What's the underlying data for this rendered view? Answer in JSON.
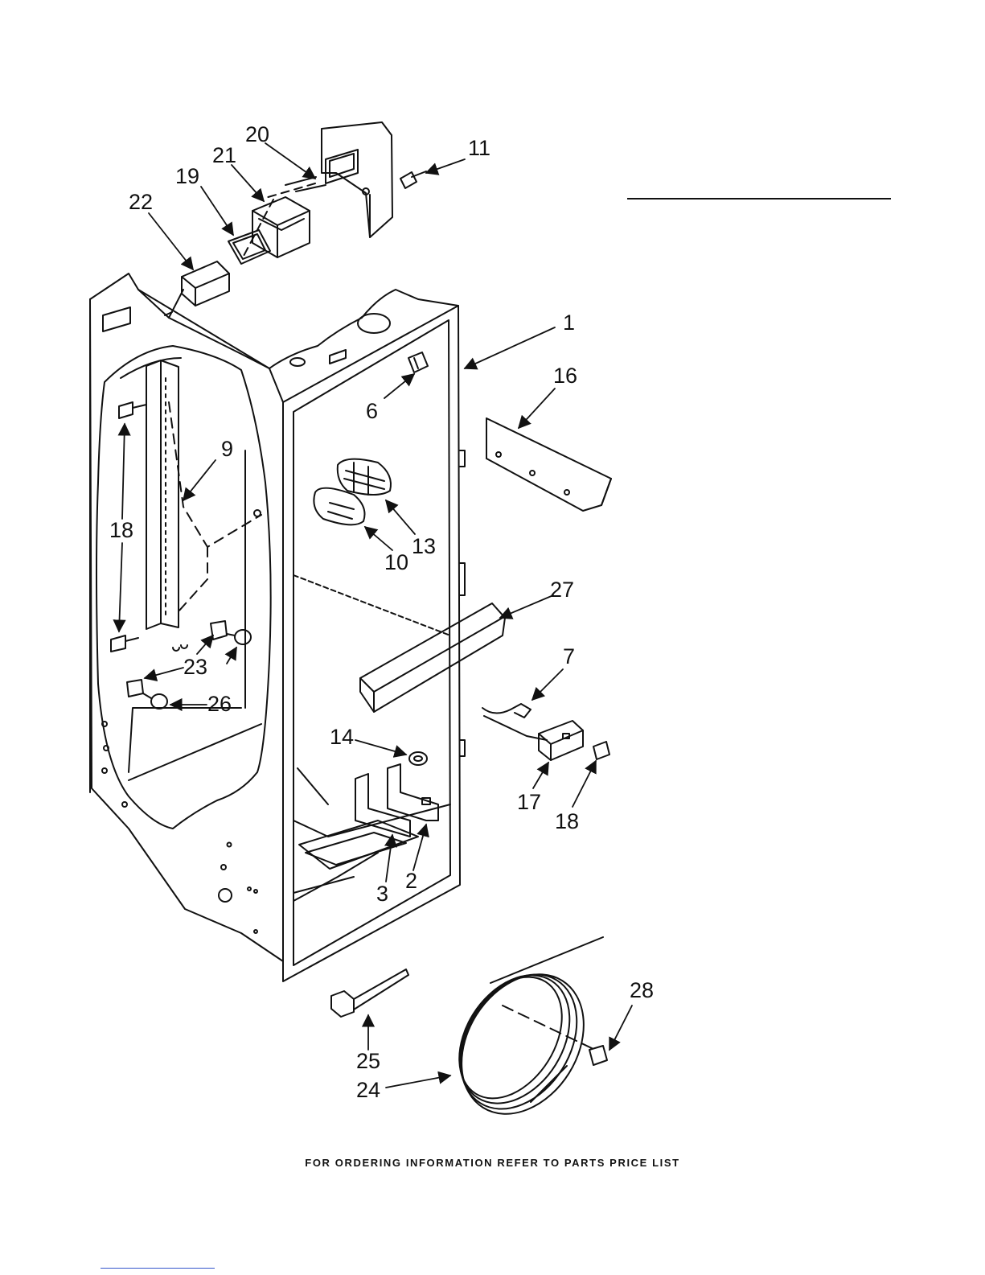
{
  "footer": {
    "text": "FOR ORDERING INFORMATION REFER TO PARTS PRICE LIST"
  },
  "callouts": [
    "20",
    "21",
    "19",
    "22",
    "11",
    "1",
    "16",
    "6",
    "9",
    "18",
    "13",
    "10",
    "27",
    "23",
    "26",
    "7",
    "14",
    "17",
    "18",
    "3",
    "2",
    "28",
    "25",
    "24"
  ],
  "colors": {
    "line": "#111111",
    "background": "#ffffff"
  }
}
